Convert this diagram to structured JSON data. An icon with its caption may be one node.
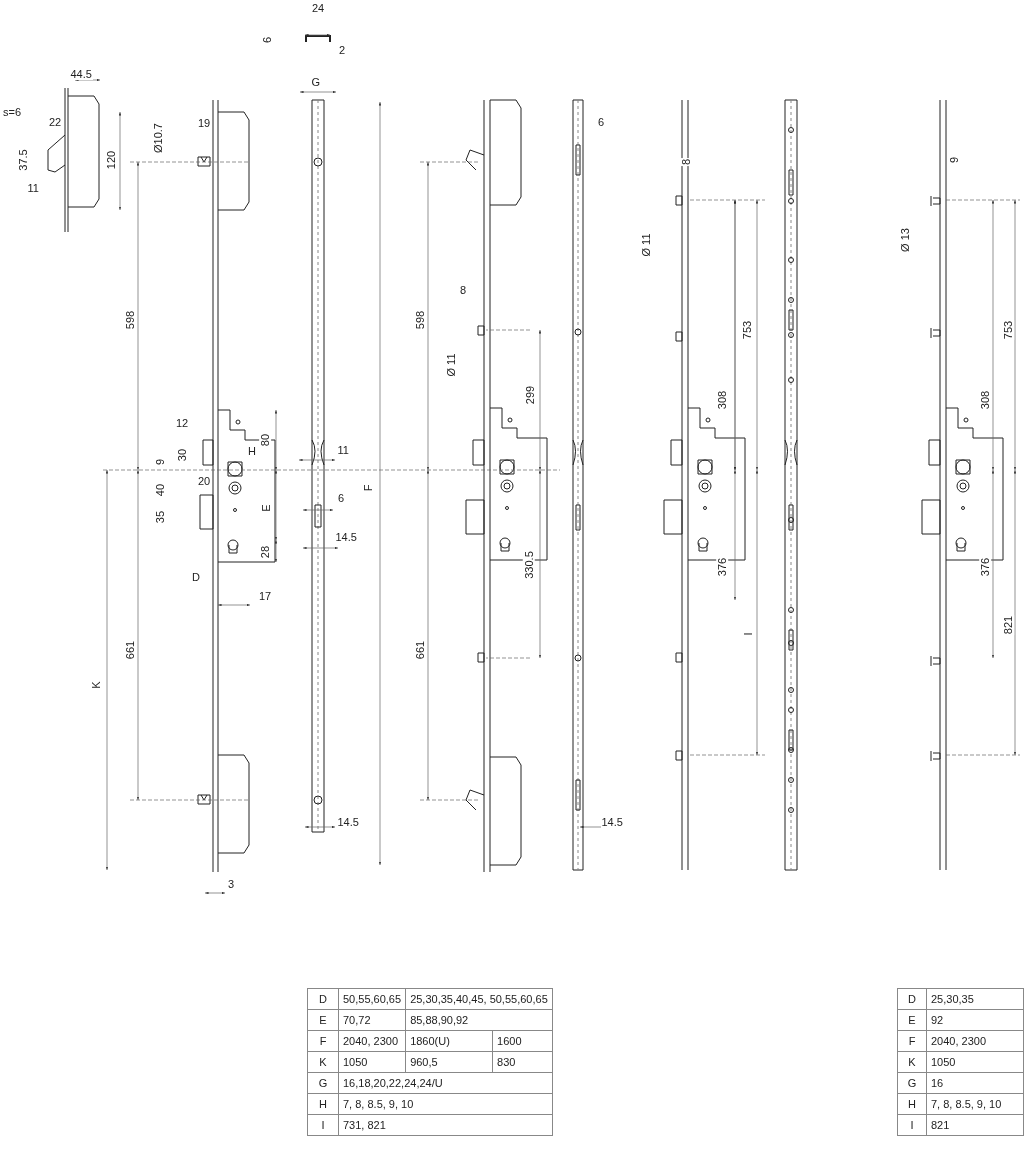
{
  "diagram": {
    "labels": [
      "24",
      "6",
      "2",
      "44.5",
      "G",
      "s=6",
      "22",
      "19",
      "Ø10.7",
      "37.5",
      "120",
      "11",
      "6",
      "8",
      "9",
      "Ø 11",
      "Ø 13",
      "598",
      "598",
      "8",
      "Ø 11",
      "753",
      "753",
      "299",
      "308",
      "308",
      "12",
      "80",
      "30",
      "9",
      "H",
      "11",
      "20",
      "40",
      "F",
      "6",
      "E",
      "35",
      "14.5",
      "28",
      "330.5",
      "376",
      "376",
      "D",
      "17",
      "821",
      "I",
      "661",
      "661",
      "K",
      "14.5",
      "14.5",
      "3",
      "D",
      "50,55,60,65",
      "25,30,35,40,45, 50,55,60,65",
      "E",
      "70,72",
      "85,88,90,92",
      "F",
      "2040, 2300",
      "1860(U)",
      "1600",
      "K",
      "1050",
      "960,5",
      "830",
      "G",
      "16,18,20,22,24,24/U",
      "H",
      "7, 8, 8.5, 9, 10",
      "I",
      "731, 821",
      "D",
      "25,30,35",
      "E",
      "92",
      "F",
      "2040, 2300",
      "K",
      "1050",
      "G",
      "16",
      "H",
      "7, 8, 8.5, 9, 10",
      "I",
      "821"
    ]
  }
}
